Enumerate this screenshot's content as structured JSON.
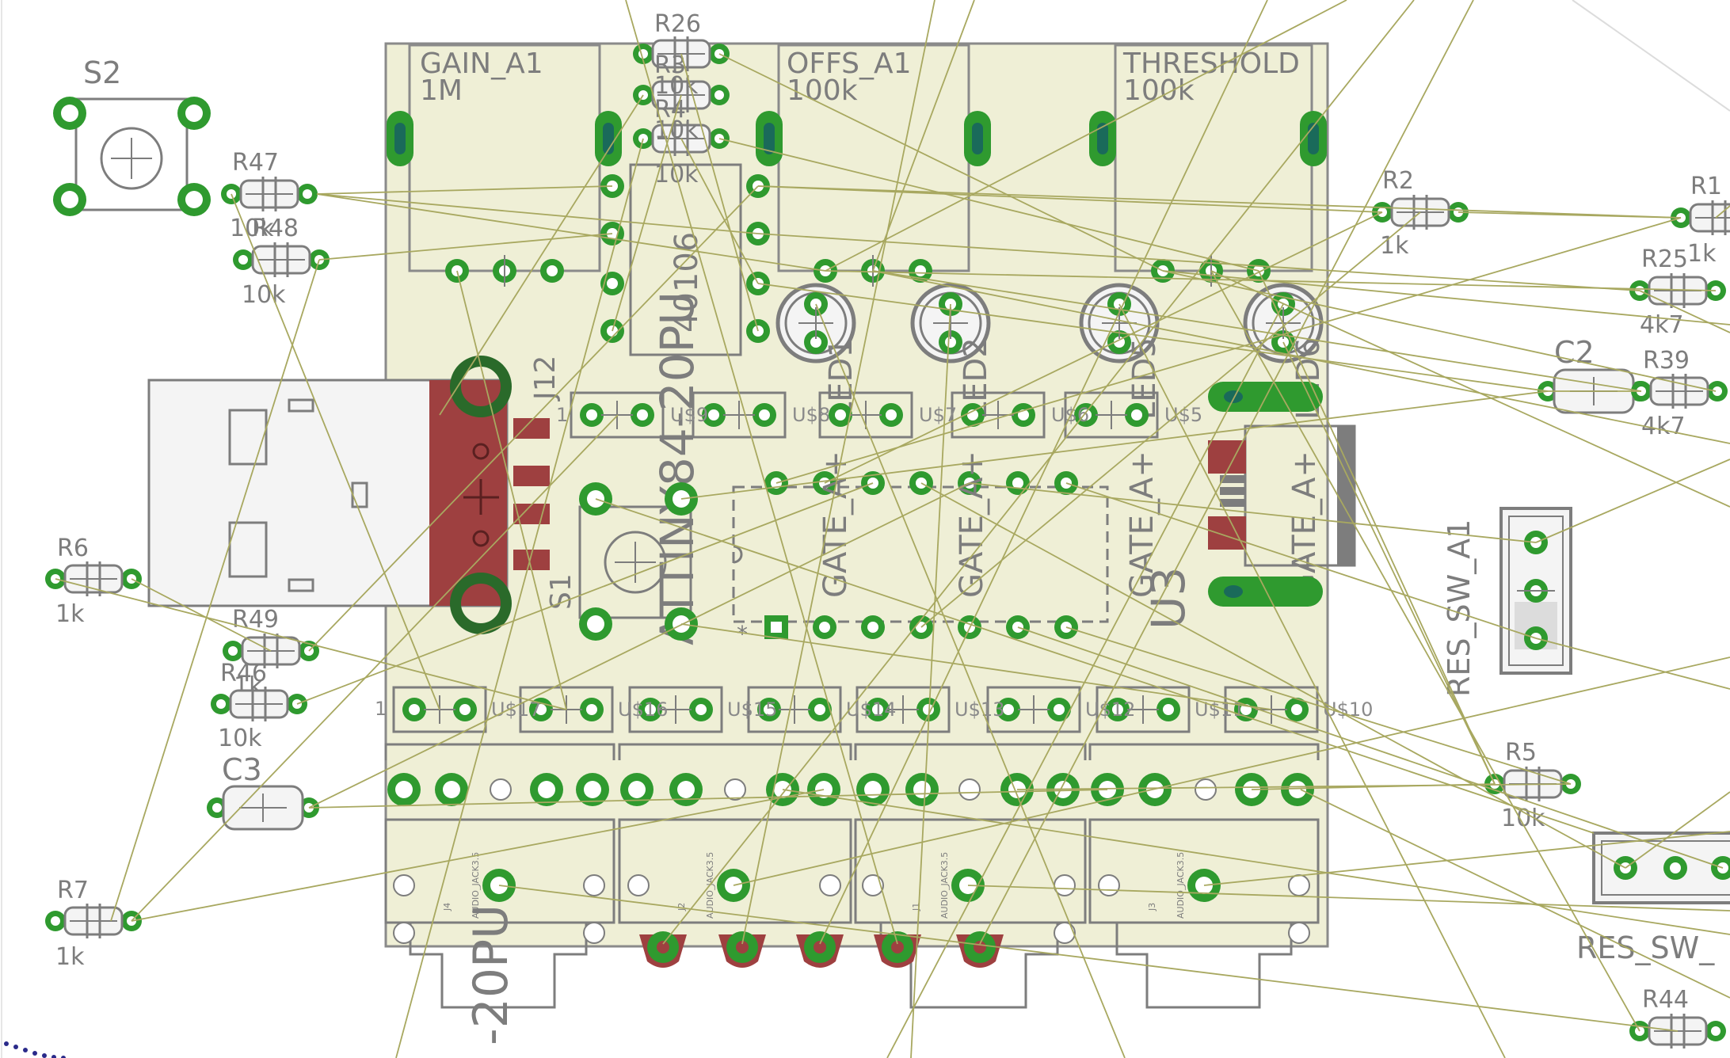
{
  "colors": {
    "background": "#ffffff",
    "board": "#efefd6",
    "board_outline": "#8a8a8a",
    "silk": "#7d7d7d",
    "pad": "#2f9a2f",
    "pad_hole": "#ffffff",
    "copper": "#9e4040",
    "airwire": "#a8a860",
    "frame_dots": "#2a2a8a"
  },
  "board": {
    "pots": [
      {
        "name": "GAIN_A1",
        "value": "1M"
      },
      {
        "name": "OFFS_A1",
        "value": "100k"
      },
      {
        "name": "THRESHOLD",
        "value": "100k"
      }
    ],
    "ic_main": {
      "name": "ATTINY84-20PU",
      "pin1": "*"
    },
    "ic_chip": "40106",
    "header": "J12",
    "switch_s1": "S1",
    "u3": "U3",
    "leds": [
      "LED1",
      "LED2",
      "LED5",
      "LED6"
    ],
    "gate_labels": [
      "GATE_A+",
      "GATE_A+",
      "GATE_A+",
      "GATE_A+"
    ],
    "gate_bottom_fragments": [
      "AUDIO_JACK3.5",
      "AUDIO_JACK3.5",
      "AUDIO_JACK3.5",
      "AUDIO_JACK3.5"
    ],
    "jack_refs": [
      "J4",
      "J2",
      "J1",
      "J3"
    ],
    "jumpers_row1": [
      "U$9",
      "U$8",
      "U$7",
      "U$6",
      "U$5"
    ],
    "jumpers_row2": [
      "U$17",
      "U$16",
      "U$15",
      "U$14",
      "U$13",
      "U$12",
      "U$11",
      "U$10"
    ],
    "stray_fragment": "-20PU",
    "pin_marks": [
      "1",
      "1"
    ]
  },
  "components": {
    "S2": {
      "name": "S2"
    },
    "R47": {
      "name": "R47",
      "value": "10k"
    },
    "R48": {
      "name": "R48",
      "value": "10k"
    },
    "R26": {
      "name": "R26",
      "value": "10k"
    },
    "R3": {
      "name": "R3",
      "value": "10k"
    },
    "R4": {
      "name": "R4",
      "value": "10k"
    },
    "R2": {
      "name": "R2",
      "value": "1k"
    },
    "R1": {
      "name": "R1",
      "value": "1k"
    },
    "R25": {
      "name": "R25",
      "value": "4k7"
    },
    "R39": {
      "name": "R39",
      "value": "4k7"
    },
    "C2": {
      "name": "C2"
    },
    "R6": {
      "name": "R6",
      "value": "1k"
    },
    "R49": {
      "name": "R49",
      "value": "1k"
    },
    "R46": {
      "name": "R46",
      "value": "10k"
    },
    "C3": {
      "name": "C3"
    },
    "R7": {
      "name": "R7",
      "value": "1k"
    },
    "R5": {
      "name": "R5",
      "value": "10k"
    },
    "R44": {
      "name": "R44"
    },
    "RES_SW_A1": {
      "name": "RES_SW_A1"
    },
    "RES_SW_2": {
      "name": "RES_SW_"
    }
  }
}
